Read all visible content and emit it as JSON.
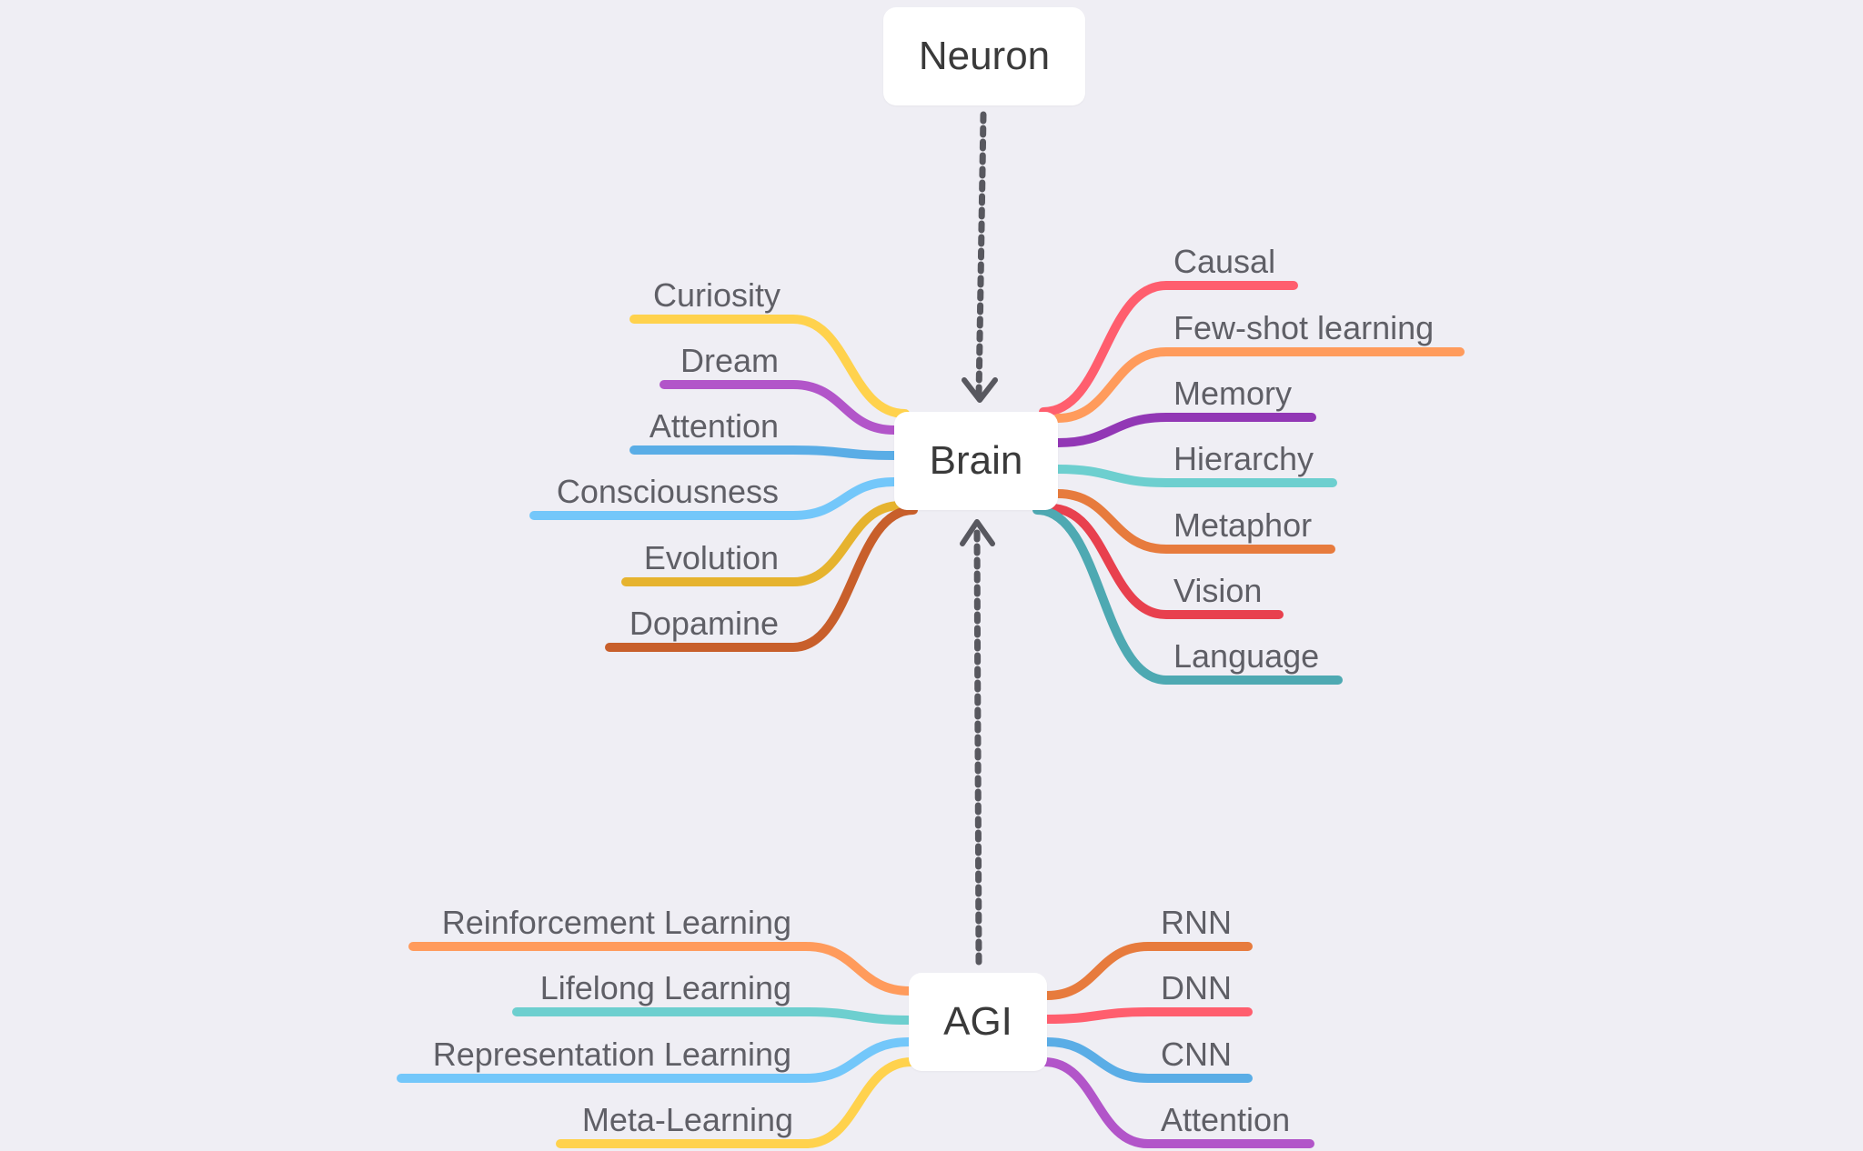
{
  "nodes": {
    "neuron": "Neuron",
    "brain": "Brain",
    "agi": "AGI"
  },
  "brain_left": [
    {
      "label": "Curiosity",
      "color": "#ffd24d"
    },
    {
      "label": "Dream",
      "color": "#b255c9"
    },
    {
      "label": "Attention",
      "color": "#5aade6"
    },
    {
      "label": "Consciousness",
      "color": "#73c7fa"
    },
    {
      "label": "Evolution",
      "color": "#e6b32e"
    },
    {
      "label": "Dopamine",
      "color": "#c85f2b"
    }
  ],
  "brain_right": [
    {
      "label": "Causal",
      "color": "#ff5e6e"
    },
    {
      "label": "Few-shot learning",
      "color": "#ff9b5c"
    },
    {
      "label": "Memory",
      "color": "#9237b5"
    },
    {
      "label": "Hierarchy",
      "color": "#6dcfcf"
    },
    {
      "label": "Metaphor",
      "color": "#e77b3d"
    },
    {
      "label": "Vision",
      "color": "#e8404e"
    },
    {
      "label": "Language",
      "color": "#4ea9b2"
    }
  ],
  "agi_left": [
    {
      "label": "Reinforcement Learning",
      "color": "#ff9b5c"
    },
    {
      "label": "Lifelong Learning",
      "color": "#6dcfcf"
    },
    {
      "label": "Representation Learning",
      "color": "#73c7fa"
    },
    {
      "label": "Meta-Learning",
      "color": "#ffd24d"
    }
  ],
  "agi_right": [
    {
      "label": "RNN",
      "color": "#e77b3d"
    },
    {
      "label": "DNN",
      "color": "#ff5e6e"
    },
    {
      "label": "CNN",
      "color": "#5aade6"
    },
    {
      "label": "Attention",
      "color": "#b255c9"
    }
  ],
  "connector_color": "#58585f"
}
